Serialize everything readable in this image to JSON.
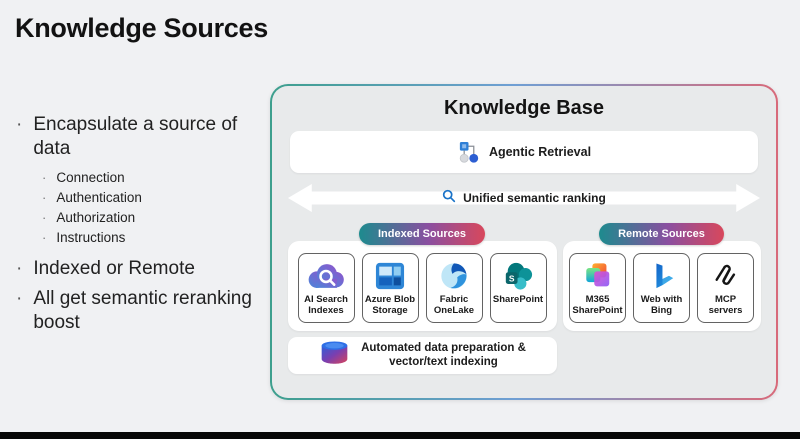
{
  "page": {
    "title": "Knowledge Sources"
  },
  "notes": {
    "items": [
      {
        "text": "Encapsulate a source of data",
        "children": [
          "Connection",
          "Authentication",
          "Authorization",
          "Instructions"
        ]
      },
      {
        "text": "Indexed or Remote",
        "children": []
      },
      {
        "text": "All get semantic reranking boost",
        "children": []
      }
    ]
  },
  "kb": {
    "title": "Knowledge Base",
    "agentic_retrieval": "Agentic Retrieval",
    "ranking": "Unified semantic ranking",
    "indexed": {
      "badge": "Indexed Sources",
      "cards": [
        {
          "label": "AI Search Indexes",
          "icon": "ai-search-icon"
        },
        {
          "label": "Azure Blob Storage",
          "icon": "azure-blob-icon"
        },
        {
          "label": "Fabric OneLake",
          "icon": "fabric-onelake-icon"
        },
        {
          "label": "SharePoint",
          "icon": "sharepoint-icon"
        }
      ]
    },
    "remote": {
      "badge": "Remote Sources",
      "cards": [
        {
          "label": "M365 SharePoint",
          "icon": "m365-sharepoint-icon"
        },
        {
          "label": "Web with Bing",
          "icon": "bing-icon"
        },
        {
          "label": "MCP servers",
          "icon": "mcp-icon"
        }
      ]
    },
    "automation": {
      "line1": "Automated data preparation &",
      "line2": "vector/text indexing",
      "icon": "database-icon"
    }
  },
  "colors": {
    "badge_gradient": [
      "#1d8b8e",
      "#8a4fa0",
      "#d8485c"
    ],
    "frame_gradient": [
      "#3d9f8d",
      "#6f9fd4",
      "#d86a7a"
    ],
    "slide_bg": "#f0f1f3",
    "box_bg": "#e8eaeb",
    "bar_bg": "#ffffff",
    "bottom_bar": "#060606"
  }
}
